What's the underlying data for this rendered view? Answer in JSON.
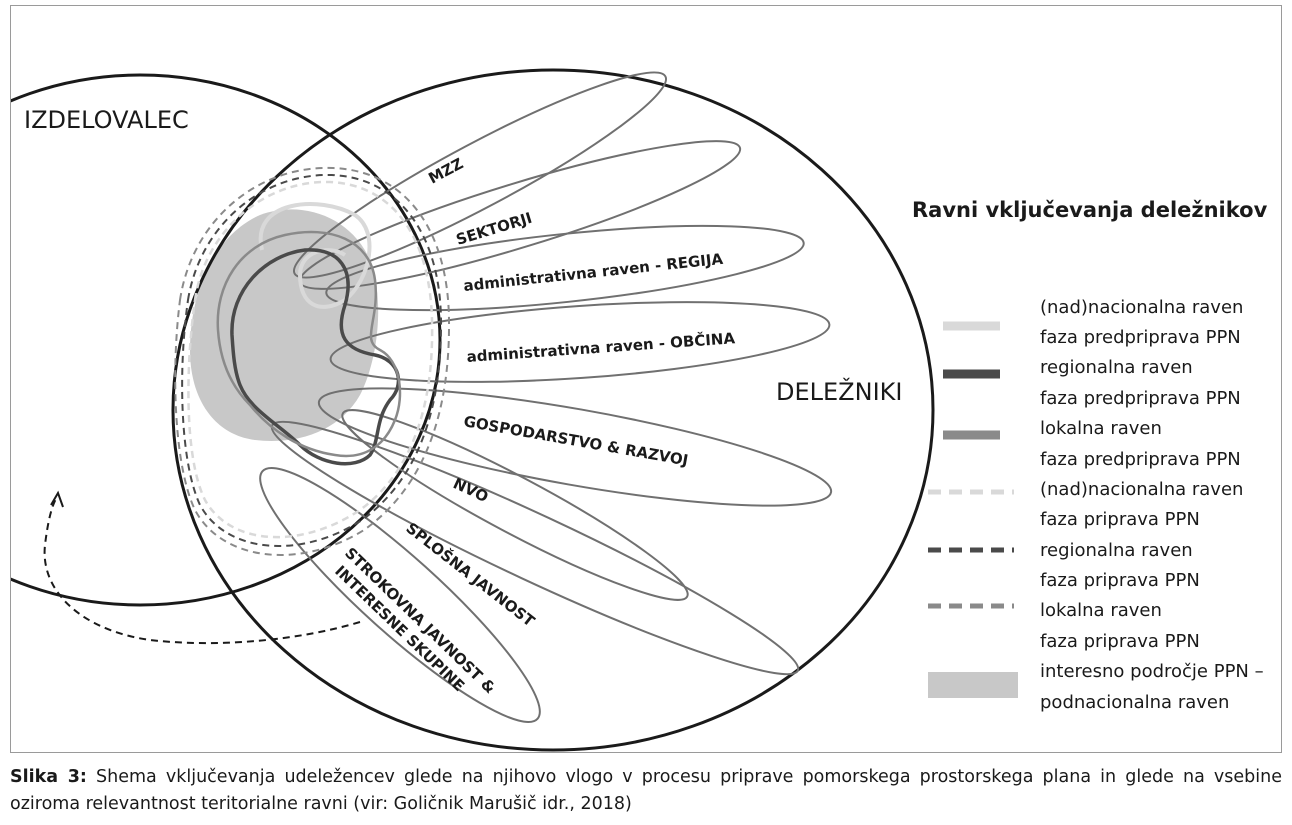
{
  "diagram": {
    "izdelovalec": "IZDELOVALEC",
    "delezniki": "DELEŽNIKI",
    "petals": [
      "MZZ",
      "SEKTORJI",
      "administrativna raven - REGIJA",
      "administrativna raven - OBČINA",
      "GOSPODARSTVO & RAZVOJ",
      "NVO",
      "SPLOŠNA JAVNOST"
    ],
    "petal_last_line1": "STROKOVNA JAVNOST &",
    "petal_last_line2": "INTERESNE SKUPINE"
  },
  "legend": {
    "title": "Ravni vključevanja deležnikov",
    "lines": [
      "(nad)nacionalna raven",
      "faza predpriprava PPN",
      "regionalna raven",
      "faza predpriprava PPN",
      "lokalna raven",
      "faza predpriprava PPN",
      "(nad)nacionalna raven",
      "faza priprava PPN",
      "regionalna raven",
      "faza priprava PPN",
      "lokalna raven",
      "faza priprava PPN",
      "interesno področje PPN –",
      "podnacionalna raven"
    ],
    "colors": {
      "light": "#d9d9d9",
      "dark": "#4a4a4a",
      "mid": "#8a8a8a",
      "area": "#c8c8c8"
    }
  },
  "caption": {
    "label": "Slika 3:",
    "text": " Shema vključevanja udeležencev glede na njihovo vlogo v procesu priprave pomorskega prostorskega plana in glede na vsebine oziroma relevantnost teritorialne ravni (vir: Goličnik Marušič idr., 2018)"
  }
}
